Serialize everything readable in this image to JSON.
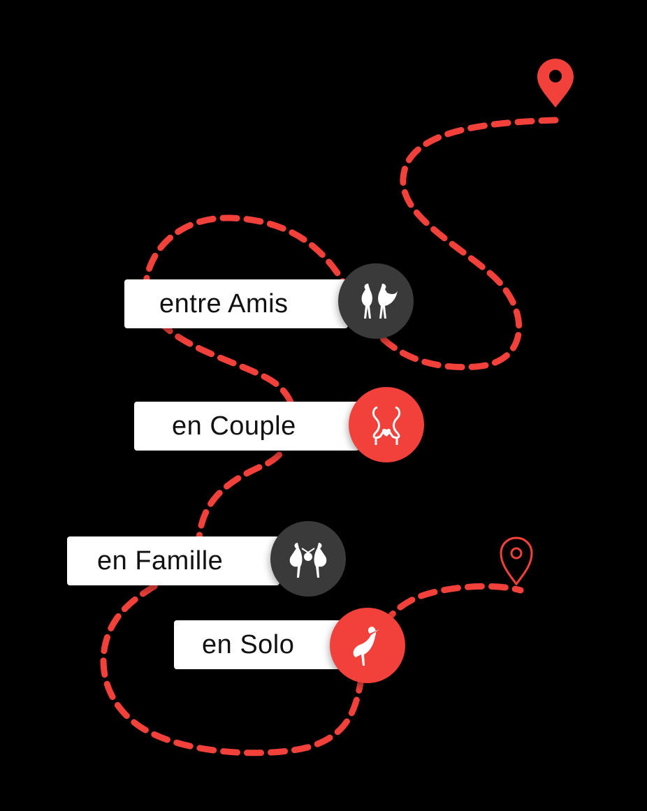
{
  "colors": {
    "route": "#f2403a",
    "badge_dark": "#3a3a3a",
    "badge_red": "#f2403a",
    "card": "#ffffff"
  },
  "stops": [
    {
      "label": "entre Amis",
      "icon": "two-storks-icon",
      "badge_color": "dark"
    },
    {
      "label": "en Couple",
      "icon": "stork-couple-heart-icon",
      "badge_color": "red"
    },
    {
      "label": "en Famille",
      "icon": "stork-family-bundle-icon",
      "badge_color": "dark"
    },
    {
      "label": "en Solo",
      "icon": "single-stork-icon",
      "badge_color": "red"
    }
  ],
  "markers": {
    "start": "location-pin-outline-icon",
    "end": "location-pin-filled-icon"
  }
}
